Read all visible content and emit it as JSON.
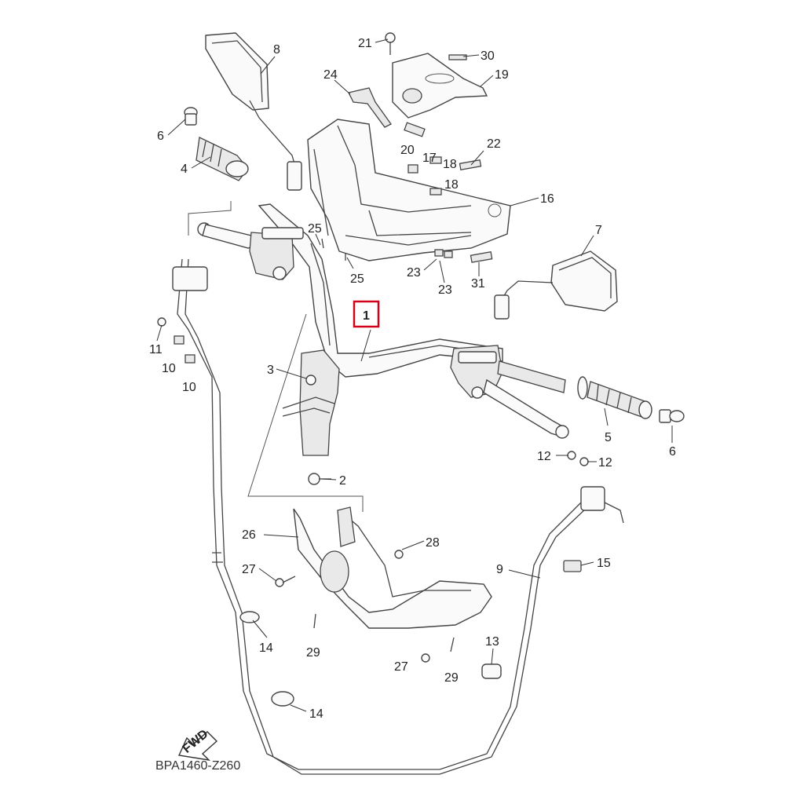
{
  "diagram": {
    "code": "BPA1460-Z260",
    "fwd_label": "FWD",
    "highlight_color": "#d0021b",
    "labels": {
      "p1": "1",
      "p2": "2",
      "p3": "3",
      "p4": "4",
      "p5": "5",
      "p6a": "6",
      "p6b": "6",
      "p7": "7",
      "p8": "8",
      "p9": "9",
      "p10a": "10",
      "p10b": "10",
      "p11": "11",
      "p12a": "12",
      "p12b": "12",
      "p13": "13",
      "p14a": "14",
      "p14b": "14",
      "p15": "15",
      "p16": "16",
      "p17": "17",
      "p18a": "18",
      "p18b": "18",
      "p19": "19",
      "p20": "20",
      "p21": "21",
      "p22": "22",
      "p23a": "23",
      "p23b": "23",
      "p24": "24",
      "p25a": "25",
      "p25b": "25",
      "p26": "26",
      "p27a": "27",
      "p27b": "27",
      "p28": "28",
      "p29a": "29",
      "p29b": "29",
      "p30": "30",
      "p31": "31"
    }
  }
}
